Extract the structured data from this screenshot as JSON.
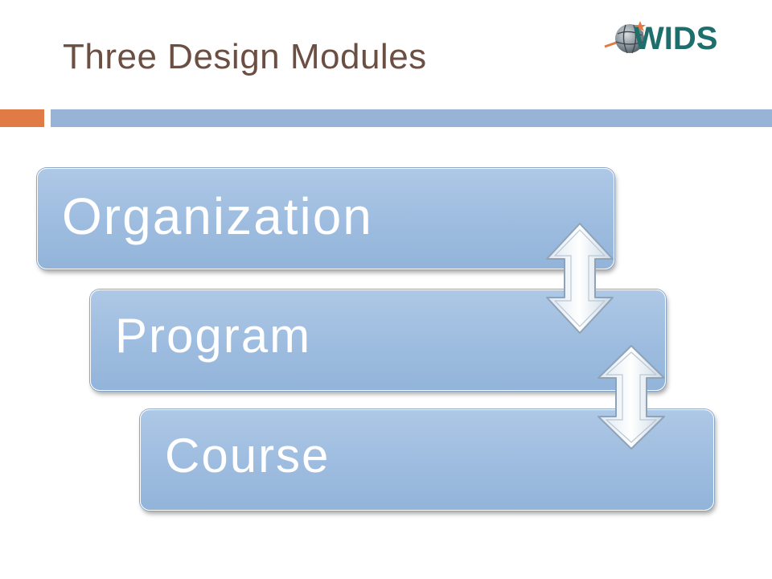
{
  "slide": {
    "title": "Three Design Modules",
    "logo": {
      "text": "WIDS",
      "icon": "globe-star-icon"
    },
    "colors": {
      "title": "#6b4f43",
      "accent_orange": "#e07b45",
      "accent_blue": "#97b4d6",
      "box_fill": "#9dbcdf",
      "logo": "#1e6f6c"
    }
  },
  "modules": [
    {
      "label": "Organization"
    },
    {
      "label": "Program"
    },
    {
      "label": "Course"
    }
  ],
  "connectors": [
    {
      "icon": "double-arrow-vertical-icon",
      "from": "Organization",
      "to": "Program"
    },
    {
      "icon": "double-arrow-vertical-icon",
      "from": "Program",
      "to": "Course"
    }
  ]
}
